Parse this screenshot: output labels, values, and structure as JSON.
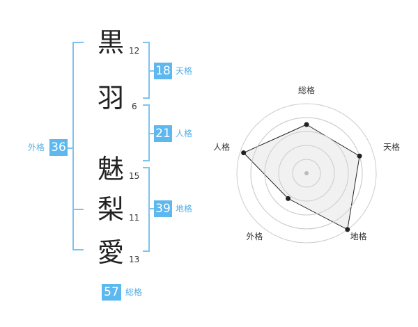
{
  "name": {
    "chars": [
      {
        "char": "黒",
        "strokes": "12"
      },
      {
        "char": "羽",
        "strokes": "6"
      },
      {
        "char": "魅",
        "strokes": "15"
      },
      {
        "char": "梨",
        "strokes": "11"
      },
      {
        "char": "愛",
        "strokes": "13"
      }
    ]
  },
  "fortunes": {
    "tenkaku": {
      "label": "天格",
      "value": "18"
    },
    "jinkaku": {
      "label": "人格",
      "value": "21"
    },
    "chikaku": {
      "label": "地格",
      "value": "39"
    },
    "gaikaku": {
      "label": "外格",
      "value": "36"
    },
    "soukaku": {
      "label": "総格",
      "value": "57"
    }
  },
  "radar": {
    "axes": [
      "総格",
      "天格",
      "地格",
      "外格",
      "人格"
    ],
    "values": [
      0.7,
      0.8,
      1.0,
      0.45,
      0.95
    ],
    "colors": {
      "fill": "#eeeeee",
      "stroke": "#222222",
      "grid": "#cccccc",
      "center": "#bbbbbb"
    }
  }
}
